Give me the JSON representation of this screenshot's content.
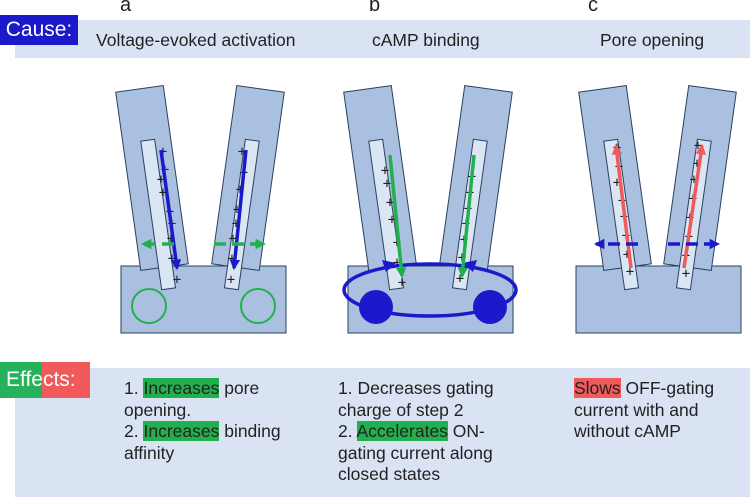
{
  "panels": [
    {
      "letter": "a",
      "title": "Voltage-evoked activation"
    },
    {
      "letter": "b",
      "title": "cAMP binding"
    },
    {
      "letter": "c",
      "title": "Pore opening"
    }
  ],
  "cause_label": "Cause:",
  "effects_label": "Effects:",
  "effects": {
    "a": {
      "l1_pre": "1. ",
      "l1_hl": "Increases",
      "l1_post": " pore",
      "l2": "opening.",
      "l3_pre": "2. ",
      "l3_hl": "Increases",
      "l3_post": " binding",
      "l4": "affinity"
    },
    "b": {
      "l1": "1. Decreases gating",
      "l2": "charge of step 2",
      "l3_pre": "2. ",
      "l3_hl": "Accelerates",
      "l3_post": " ON-",
      "l4": "gating current along",
      "l5": "closed states"
    },
    "c": {
      "l1_hl": "Slows",
      "l1_post": " OFF-gating",
      "l2": "current with and",
      "l3": "without cAMP"
    }
  },
  "plus_sign": "+",
  "colors": {
    "band": "#d9e3f3",
    "cause_bg": "#1a1acc",
    "protein_fill": "#a9c0e0",
    "protein_stroke": "#2c3f5e",
    "inner_fill": "#dbe6f5",
    "blue_arrow": "#1a1acc",
    "green_arrow": "#22b04e",
    "red_arrow": "#f05a5a",
    "highlight_green": "#22b04e",
    "highlight_red": "#f05a5a"
  }
}
